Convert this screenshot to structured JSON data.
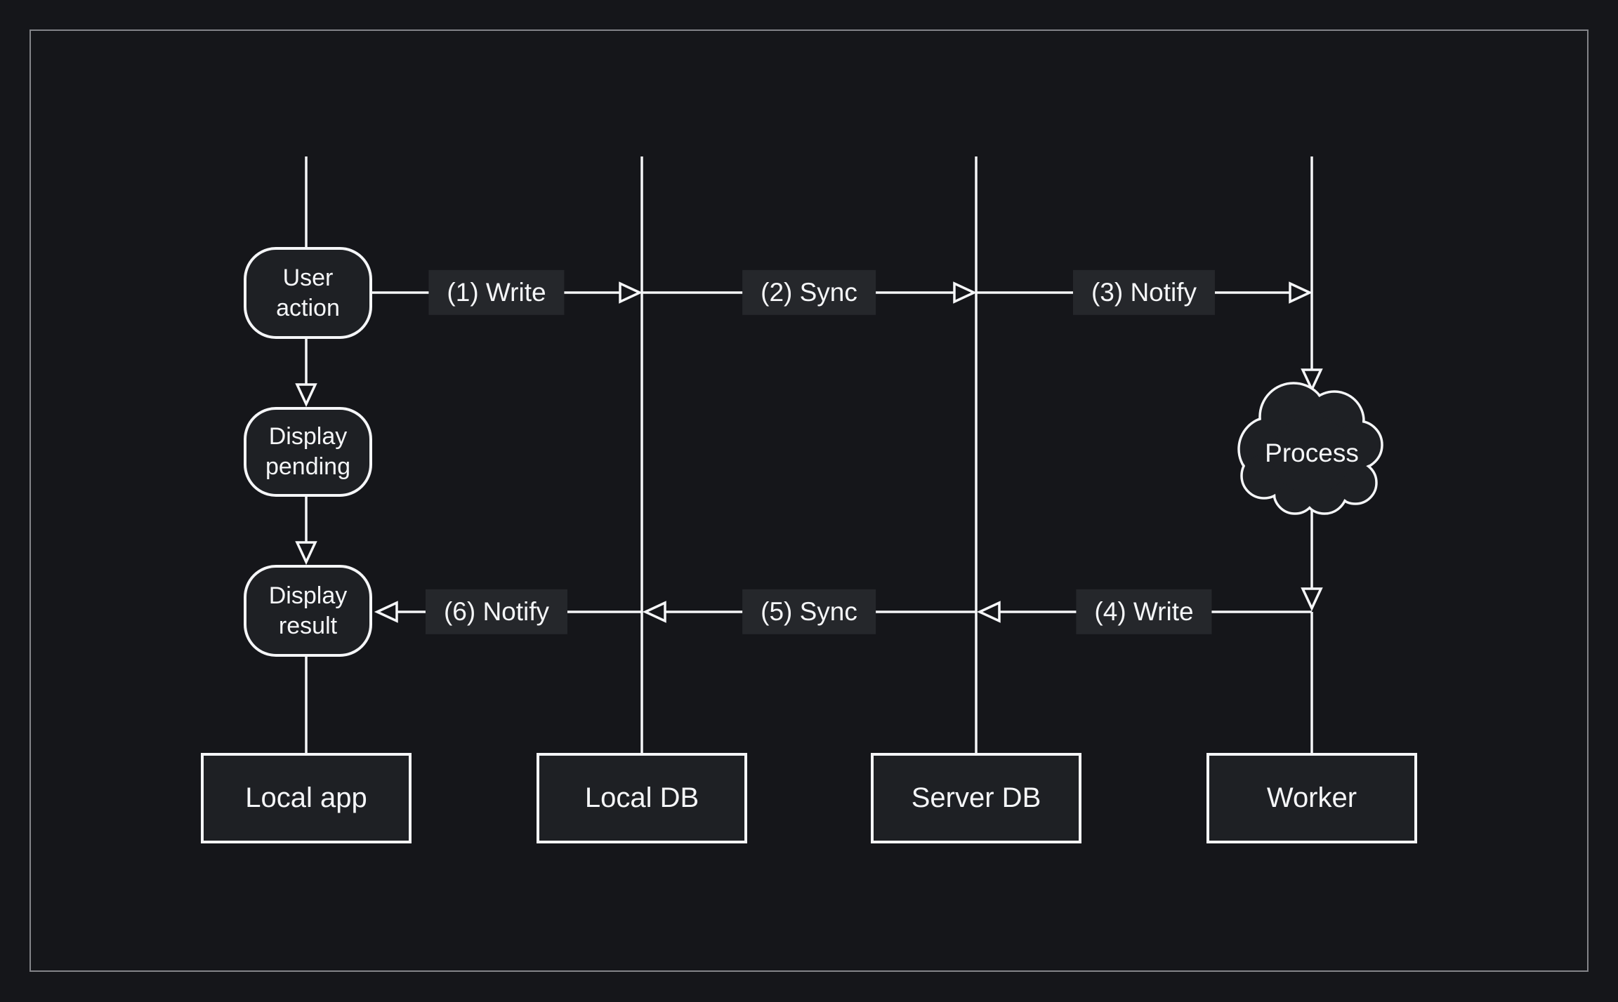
{
  "colors": {
    "background": "#15161a",
    "frame_border": "#838489",
    "node_fill": "#1e2024",
    "chip_fill": "#25272b",
    "stroke": "#f5f6f8",
    "text": "#f5f6f8"
  },
  "nodes": {
    "user_action": {
      "label": "User action",
      "shape": "rounded-rect"
    },
    "display_pending": {
      "label": "Display pending",
      "shape": "rounded-rect"
    },
    "display_result": {
      "label": "Display result",
      "shape": "rounded-rect"
    },
    "process": {
      "label": "Process",
      "shape": "cloud"
    }
  },
  "participants": [
    {
      "label": "Local app"
    },
    {
      "label": "Local DB"
    },
    {
      "label": "Server DB"
    },
    {
      "label": "Worker"
    }
  ],
  "messages": [
    {
      "label": "(1) Write",
      "from": "Local app",
      "to": "Local DB",
      "direction": "right"
    },
    {
      "label": "(2) Sync",
      "from": "Local DB",
      "to": "Server DB",
      "direction": "right"
    },
    {
      "label": "(3) Notify",
      "from": "Server DB",
      "to": "Worker",
      "direction": "right"
    },
    {
      "label": "(4) Write",
      "from": "Worker",
      "to": "Server DB",
      "direction": "left"
    },
    {
      "label": "(5) Sync",
      "from": "Server DB",
      "to": "Local DB",
      "direction": "left"
    },
    {
      "label": "(6) Notify",
      "from": "Local DB",
      "to": "Local app",
      "direction": "left"
    }
  ],
  "flow_steps": [
    {
      "label": "User action"
    },
    {
      "label": "Display pending"
    },
    {
      "label": "Display result"
    }
  ]
}
